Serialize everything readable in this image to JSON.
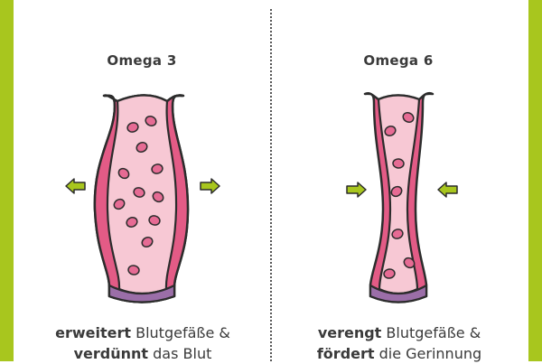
{
  "colors": {
    "accent_green": "#a8c61e",
    "vessel_wall": "#e35b86",
    "vessel_outline": "#2c2c2c",
    "blood": "#f7c8d4",
    "cell": "#e66b94",
    "vessel_base": "#9b6ea8"
  },
  "panels": [
    {
      "title": "Omega 3",
      "effect": "widening",
      "arrow_direction": "outward",
      "caption": {
        "line1_bold": "erweitert",
        "line1_rest": " Blutgefäße &",
        "line2_bold": "verdünnt",
        "line2_rest": " das Blut"
      }
    },
    {
      "title": "Omega 6",
      "effect": "narrowing",
      "arrow_direction": "inward",
      "caption": {
        "line1_bold": "verengt",
        "line1_rest": " Blutgefäße &",
        "line2_bold": "fördert",
        "line2_rest": " die Gerinnung"
      }
    }
  ],
  "icons": [
    "arrow-left-icon",
    "arrow-right-icon"
  ]
}
